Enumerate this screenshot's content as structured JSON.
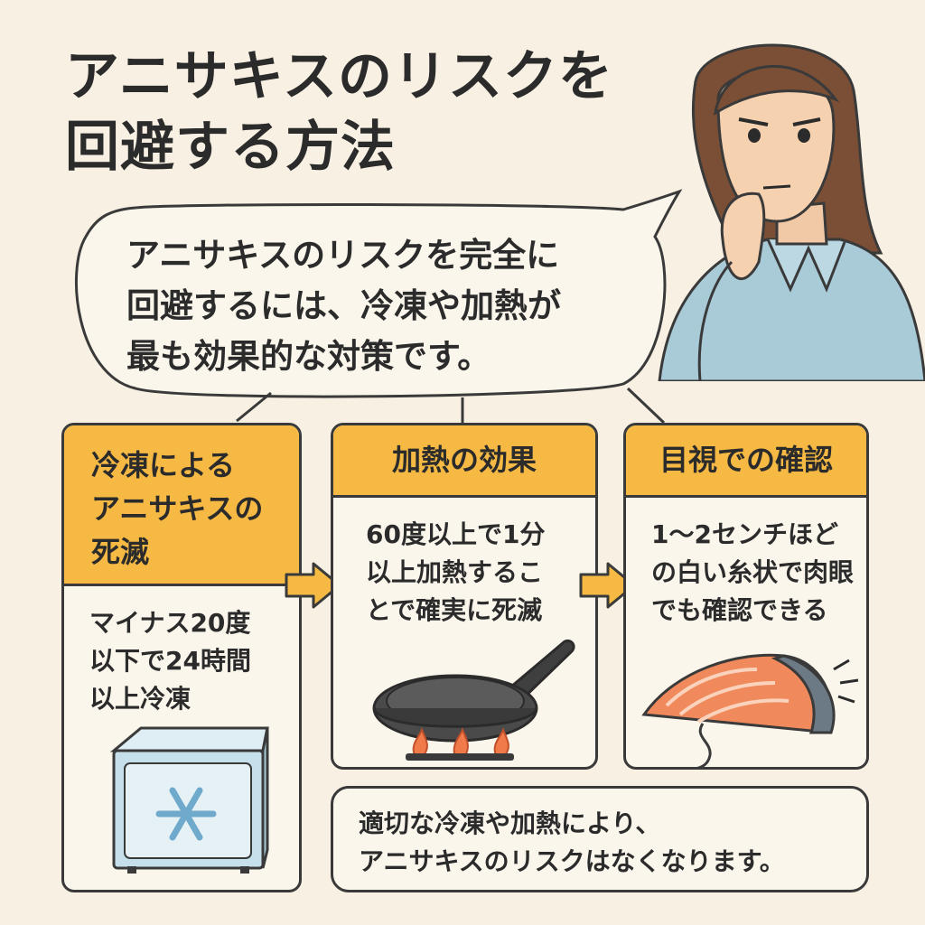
{
  "title": {
    "line1": "アニサキスのリスクを",
    "line2": "回避する方法"
  },
  "speech": {
    "line1": "アニサキスのリスクを完全に",
    "line2": "回避するには、冷凍や加熱が",
    "line3": "最も効果的な対策です。"
  },
  "cards": [
    {
      "head": [
        "冷凍による",
        "アニサキスの",
        "死滅"
      ],
      "body": [
        "マイナス20度",
        "以下で24時間",
        "以上冷凍"
      ],
      "icon": "freezer-icon"
    },
    {
      "head": [
        "加熱の効果"
      ],
      "body": [
        "60度以上で1分",
        "以上加熱するこ",
        "とで確実に死滅"
      ],
      "icon": "frying-pan-icon"
    },
    {
      "head": [
        "目視での確認"
      ],
      "body": [
        "1〜2センチほど",
        "の白い糸状で肉眼",
        "でも確認できる"
      ],
      "icon": "salmon-fillet-icon"
    }
  ],
  "summary": {
    "line1": "適切な冷凍や加熱により、",
    "line2": "アニサキスのリスクはなくなります。"
  },
  "colors": {
    "background": "#f8f1e3",
    "header": "#f5b944",
    "outline": "#3a3a3a",
    "shirt": "#a9cbd8",
    "salmon": "#f08a5d"
  }
}
